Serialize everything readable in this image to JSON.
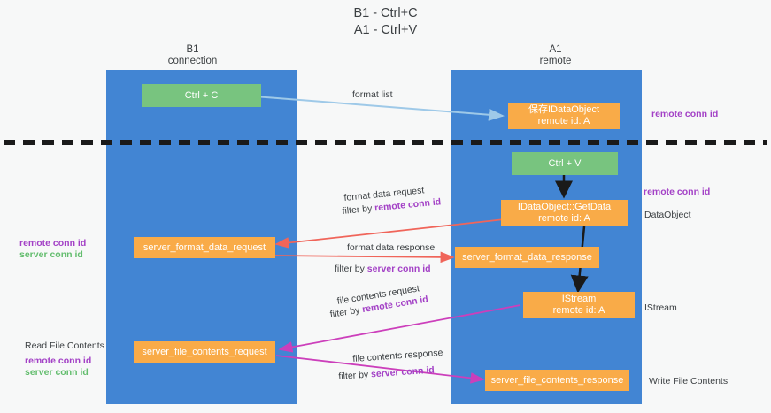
{
  "title": {
    "line1": "B1 - Ctrl+C",
    "line2": "A1 - Ctrl+V"
  },
  "columns": [
    {
      "name": "B1",
      "subtitle": "connection"
    },
    {
      "name": "A1",
      "subtitle": "remote"
    }
  ],
  "nodes": {
    "ctrl_c": "Ctrl + C",
    "ctrl_v": "Ctrl + V",
    "save_idataobject_l1": "保存IDataObject",
    "save_idataobject_l2": "remote id: A",
    "getdata_l1": "IDataObject::GetData",
    "getdata_l2": "remote id: A",
    "istream_l1": "IStream",
    "istream_l2": "remote id: A",
    "server_format_data_request": "server_format_data_request",
    "server_format_data_response": "server_format_data_response",
    "server_file_contents_request": "server_file_contents_request",
    "server_file_contents_response": "server_file_contents_response"
  },
  "edge_labels": {
    "format_list": "format list",
    "format_data_request": "format data request",
    "format_data_request_filter_prefix": "filter by ",
    "format_data_request_filter_key": "remote conn id",
    "format_data_response": "format data response",
    "format_data_response_filter_prefix": "filter by ",
    "format_data_response_filter_key": "server conn id",
    "file_contents_request": "file contents request",
    "file_contents_request_filter_prefix": "filter by ",
    "file_contents_request_filter_key": "remote conn id",
    "file_contents_response": "file contents response",
    "file_contents_response_filter_prefix": "filter by ",
    "file_contents_response_filter_key": "server conn id"
  },
  "annotations": {
    "right_remote_conn_id_top": "remote conn id",
    "right_remote_conn_id_mid": "remote conn id",
    "right_dataobject": "DataObject",
    "right_istream": "IStream",
    "right_write_file_contents": "Write File Contents",
    "left_remote_conn_id_mid": "remote conn id",
    "left_server_conn_id_mid": "server conn id",
    "left_read_file_contents": "Read File Contents",
    "left_remote_conn_id_bottom": "remote conn id",
    "left_server_conn_id_bottom": "server conn id"
  },
  "colors": {
    "column_blue": "#4285d3",
    "node_green": "#78c47f",
    "node_orange": "#f9ab48",
    "accent_purple": "#a341c6",
    "accent_green": "#63bd6e",
    "arrow_lightblue": "#9ec9e8",
    "arrow_red": "#f0655a",
    "arrow_magenta": "#cc3fbb",
    "arrow_black": "#1a1a1a",
    "background": "#f7f8f8"
  }
}
